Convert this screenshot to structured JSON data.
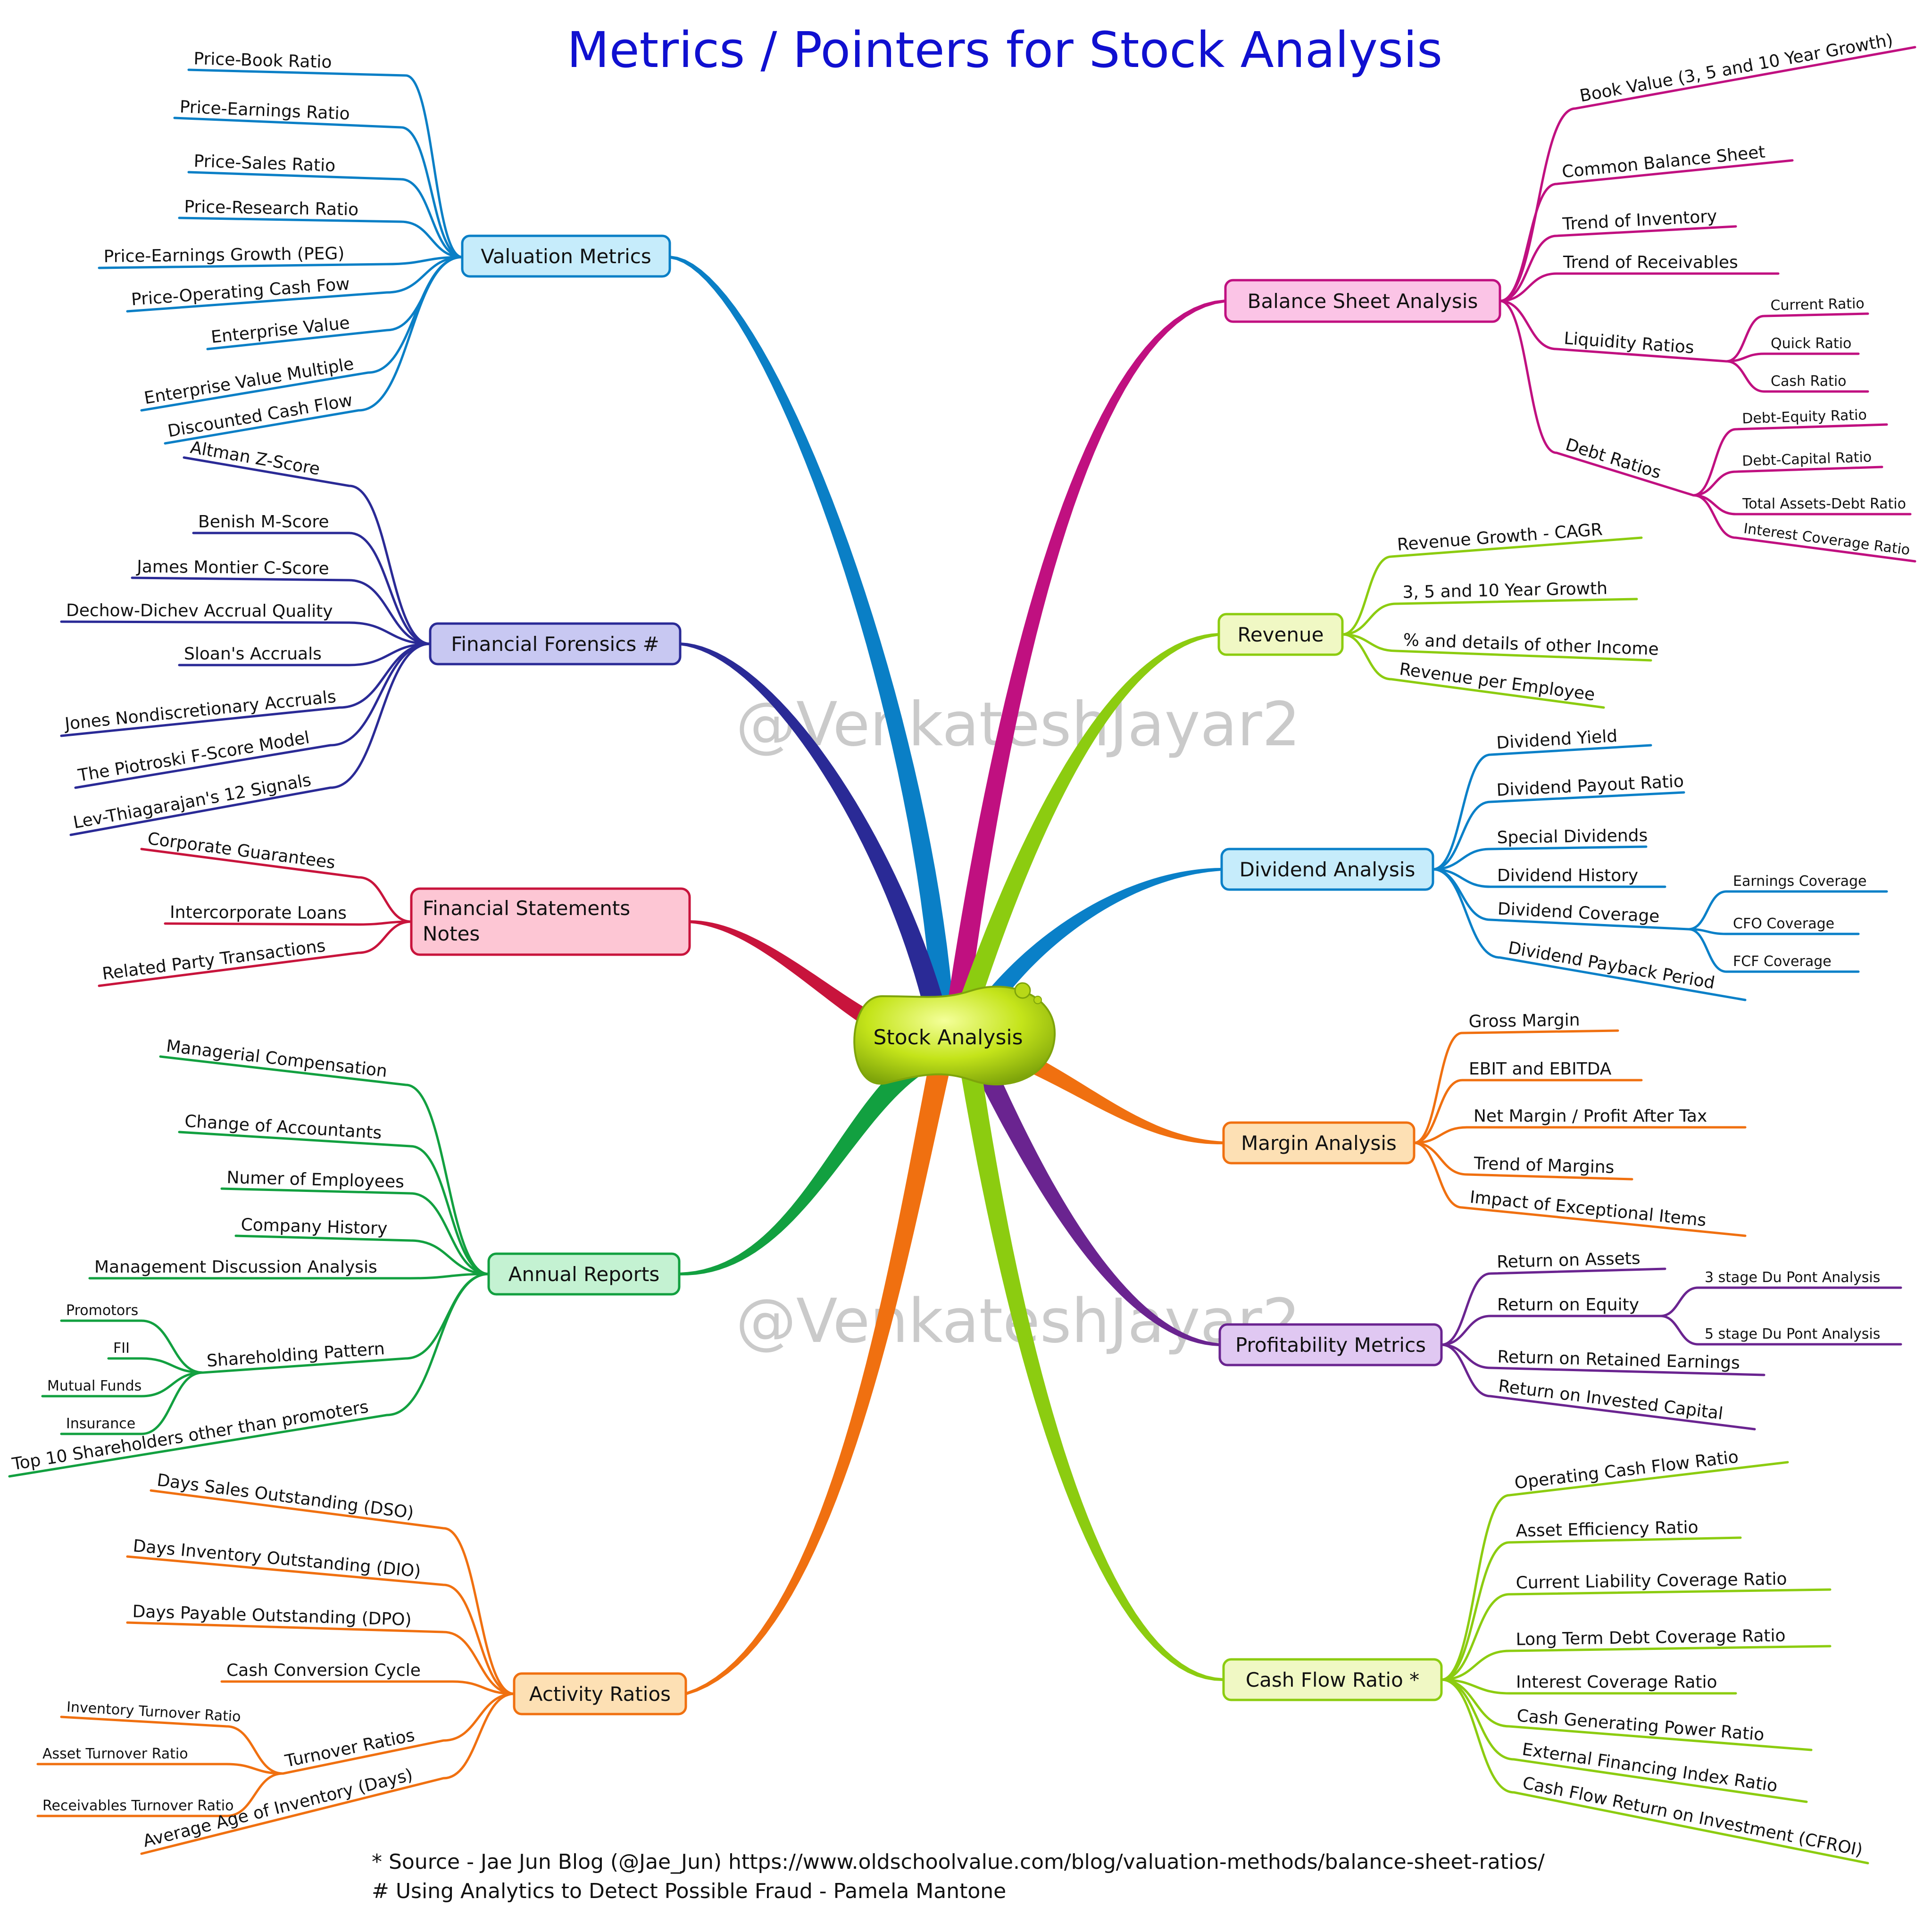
{
  "title": "Metrics / Pointers for Stock Analysis",
  "center": "Stock Analysis",
  "watermark": "@VenkateshJayar2",
  "footnotes": [
    "* Source - Jae Jun Blog (@Jae_Jun) https://www.oldschoolvalue.com/blog/valuation-methods/balance-sheet-ratios/",
    "# Using Analytics to Detect Possible Fraud - Pamela Mantone"
  ],
  "colors": {
    "valuation": "#0a7fc6",
    "forensics": "#2a2a96",
    "notes": "#c8143c",
    "annual": "#12a040",
    "activity": "#f07010",
    "balance": "#c01080",
    "revenue": "#8ccc10",
    "dividend": "#0a80c8",
    "margin": "#f07010",
    "profitability": "#6a2490",
    "cashflow": "#8ccc10"
  },
  "branches": {
    "valuation": {
      "label": "Valuation Metrics",
      "items": [
        "Price-Book Ratio",
        "Price-Earnings Ratio",
        "Price-Sales Ratio",
        "Price-Research Ratio",
        "Price-Earnings Growth (PEG)",
        "Price-Operating Cash Fow",
        "Enterprise Value",
        "Enterprise Value Multiple",
        "Discounted Cash Flow"
      ]
    },
    "forensics": {
      "label": "Financial Forensics #",
      "items": [
        "Altman Z-Score",
        "Benish M-Score",
        "James Montier C-Score",
        "Dechow-Dichev Accrual Quality",
        "Sloan's Accruals",
        "Jones Nondiscretionary Accruals",
        "The Piotroski F-Score Model",
        "Lev-Thiagarajan's 12 Signals"
      ]
    },
    "notes": {
      "label_line1": "Financial Statements",
      "label_line2": "Notes",
      "items": [
        "Corporate Guarantees",
        "Intercorporate Loans",
        "Related Party Transactions"
      ]
    },
    "annual": {
      "label": "Annual Reports",
      "items": [
        "Managerial Compensation",
        "Change of Accountants",
        "Numer of Employees",
        "Company History",
        "Management Discussion Analysis",
        "Shareholding Pattern",
        "Top 10 Shareholders other than promoters"
      ],
      "shareholding": [
        "Promotors",
        "FII",
        "Mutual Funds",
        "Insurance"
      ]
    },
    "activity": {
      "label": "Activity Ratios",
      "items": [
        "Days Sales Outstanding (DSO)",
        "Days Inventory Outstanding (DIO)",
        "Days Payable Outstanding (DPO)",
        "Cash Conversion Cycle",
        "Turnover Ratios",
        "Average Age of Inventory (Days)"
      ],
      "turnover": [
        "Inventory Turnover Ratio",
        "Asset Turnover Ratio",
        "Receivables Turnover Ratio"
      ]
    },
    "balance": {
      "label": "Balance Sheet Analysis",
      "items": [
        "Book Value (3, 5 and 10 Year Growth)",
        "Common Balance Sheet",
        "Trend of Inventory",
        "Trend of Receivables",
        "Liquidity Ratios",
        "Debt Ratios"
      ],
      "liquidity": [
        "Current Ratio",
        "Quick Ratio",
        "Cash Ratio"
      ],
      "debt": [
        "Debt-Equity Ratio",
        "Debt-Capital Ratio",
        "Total Assets-Debt Ratio",
        "Interest Coverage Ratio"
      ]
    },
    "revenue": {
      "label": "Revenue",
      "items": [
        "Revenue Growth - CAGR",
        "3, 5 and 10 Year Growth",
        "% and details of other Income",
        "Revenue per Employee"
      ]
    },
    "dividend": {
      "label": "Dividend Analysis",
      "items": [
        "Dividend Yield",
        "Dividend Payout Ratio",
        "Special Dividends",
        "Dividend History",
        "Dividend Coverage",
        "Dividend Payback Period"
      ],
      "coverage": [
        "Earnings Coverage",
        "CFO Coverage",
        "FCF Coverage"
      ]
    },
    "margin": {
      "label": "Margin Analysis",
      "items": [
        "Gross Margin",
        "EBIT and EBITDA",
        "Net Margin / Profit After Tax",
        "Trend of Margins",
        "Impact of Exceptional Items"
      ]
    },
    "profitability": {
      "label": "Profitability Metrics",
      "items": [
        "Return on Assets",
        "Return on Equity",
        "Return on Retained Earnings",
        "Return on Invested Capital"
      ],
      "dupont": [
        "3 stage Du Pont Analysis",
        "5 stage Du Pont Analysis"
      ]
    },
    "cashflow": {
      "label": "Cash Flow Ratio *",
      "items": [
        "Operating Cash Flow Ratio",
        "Asset Efficiency Ratio",
        "Current Liability Coverage Ratio",
        "Long Term Debt Coverage Ratio",
        "Interest Coverage Ratio",
        "Cash Generating Power Ratio",
        "External Financing Index Ratio",
        "Cash Flow Return on Investment (CFROI)"
      ]
    }
  }
}
